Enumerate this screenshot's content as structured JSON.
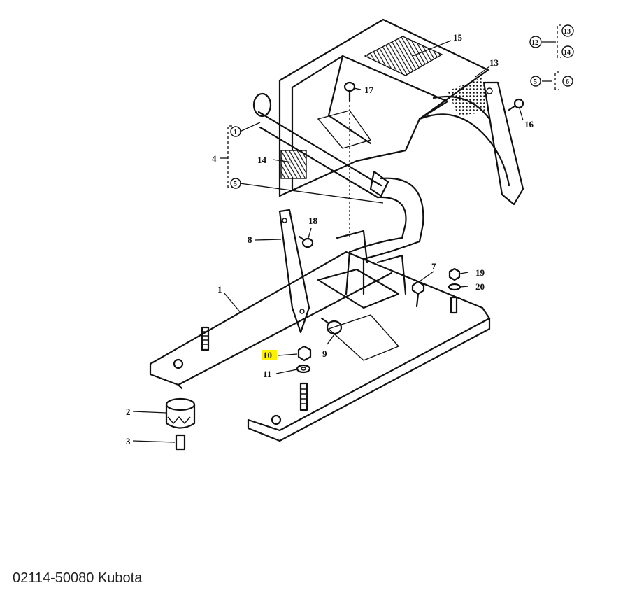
{
  "caption": "02114-50080 Kubota",
  "highlight_color": "#fff200",
  "highlighted_callout": "10",
  "callouts": {
    "c1": "1",
    "c2": "2",
    "c3": "3",
    "c4": "4",
    "c5": "5",
    "c6": "6",
    "c7": "7",
    "c8": "8",
    "c9": "9",
    "c10": "10",
    "c11": "11",
    "c12": "12",
    "c13": "13",
    "c14": "14",
    "c15": "15",
    "c16": "16",
    "c17": "17",
    "c18": "18",
    "c19": "19",
    "c20": "20",
    "c4a": "1",
    "c4b": "5",
    "c12a": "13",
    "c12b": "14",
    "c5a": "6"
  }
}
